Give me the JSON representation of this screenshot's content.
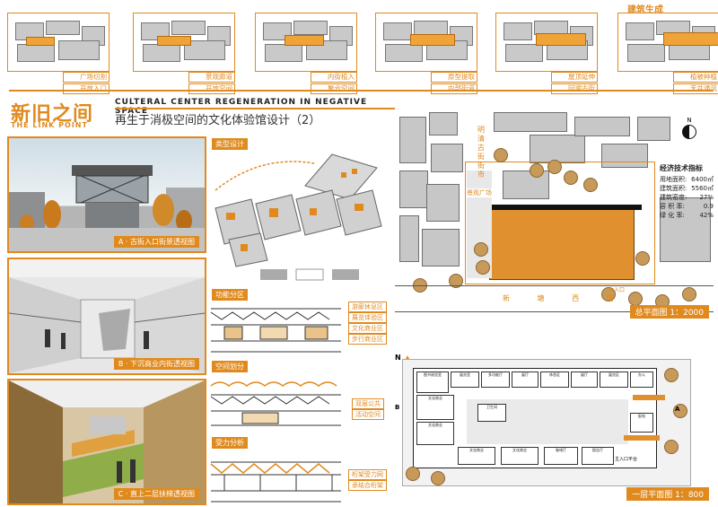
{
  "header": {
    "label": "建筑生成",
    "steps": [
      {
        "cap": [
          "广场切割",
          "开放入口"
        ]
      },
      {
        "cap": [
          "景观廊道",
          "开放空间"
        ]
      },
      {
        "cap": [
          "内街植入",
          "聚合空间"
        ]
      },
      {
        "cap": [
          "原型提取",
          "内部街道"
        ]
      },
      {
        "cap": [
          "屋顶延伸",
          "回溯古街"
        ]
      },
      {
        "cap": [
          "植被种植",
          "天井通风"
        ]
      }
    ]
  },
  "title": {
    "cn": "新旧之间",
    "en": "THE LINK POINT",
    "eng_sub": "CULTERAL CENTER REGENERATION IN NEGATIVE SPACE",
    "cn_sub": "再生于消极空间的文化体验馆设计（2）"
  },
  "renders": [
    {
      "caption": "A · 古街入口街景透视图"
    },
    {
      "caption": "B · 下沉商业内街透视图"
    },
    {
      "caption": "C · 直上二层扶梯透视图"
    }
  ],
  "diagrams": {
    "type_label": "类型设计",
    "func_label": "功能分区",
    "func_legend": [
      "游廊休息区",
      "展览体验区",
      "文化商业区",
      "步行商业区"
    ],
    "space_label": "空间划分",
    "space_legend": [
      "双层公共",
      "活动空间"
    ],
    "force_label": "受力分析",
    "force_legend": [
      "桁架受力网",
      "承结合桁架"
    ]
  },
  "site_plan": {
    "street_v": "明清古街街市",
    "plaza": "景观广场",
    "entry": "主入口",
    "road": "新 塘 西 路",
    "caption": "总平面图 1：2000",
    "north": "N",
    "stats": {
      "title": "经济技术指标",
      "rows": [
        {
          "k": "用地面积:",
          "v": "6400㎡"
        },
        {
          "k": "建筑面积:",
          "v": "5560㎡"
        },
        {
          "k": "建筑密度:",
          "v": "27%"
        },
        {
          "k": "容 积 率:",
          "v": "0.9"
        },
        {
          "k": "绿 化 率:",
          "v": "42%"
        }
      ]
    }
  },
  "floor_plan": {
    "caption": "一层平面图 1：800",
    "north": "N",
    "sec_a": "A",
    "sec_b": "B",
    "entry": "主入口平台",
    "rooms": [
      "图书阅览室",
      "展览室",
      "多功能厅",
      "展厅",
      "休息区",
      "展厅",
      "展览区",
      "办公",
      "文化商业",
      "文化商业",
      "文化商业",
      "文化商业",
      "咖啡厅",
      "报告厅",
      "配电",
      "卫生间"
    ]
  },
  "colors": {
    "accent": "#e08a1e",
    "building": "#c7c7c7",
    "tree": "#c79a5a"
  }
}
